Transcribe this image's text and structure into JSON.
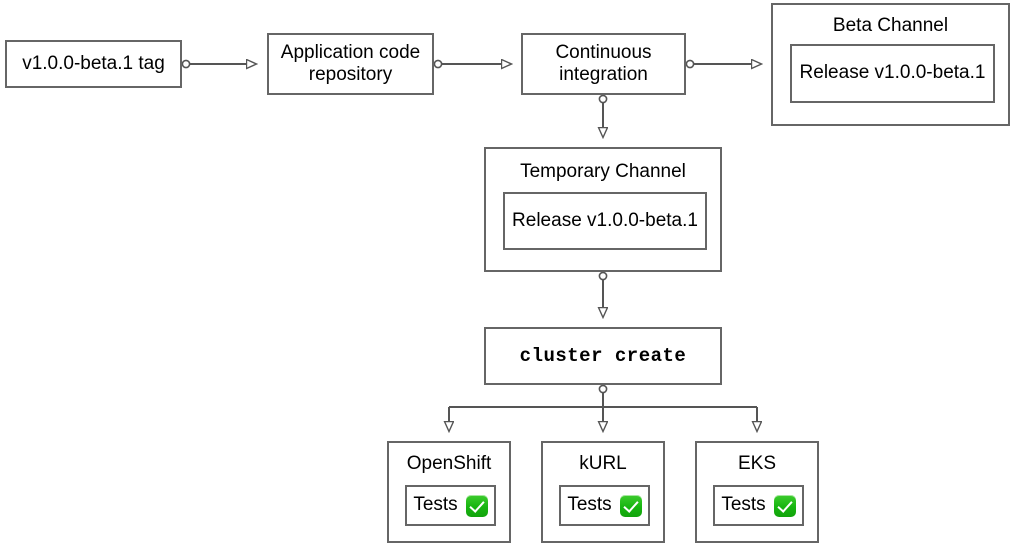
{
  "diagram": {
    "type": "flowchart",
    "background_color": "#ffffff",
    "stroke_color": "#666666",
    "text_color": "#000000",
    "accent_color": "#17b510",
    "nodes": [
      {
        "id": "tag",
        "label": "v1.0.0-beta.1 tag"
      },
      {
        "id": "repo",
        "label": "Application code repository"
      },
      {
        "id": "ci",
        "label": "Continuous integration"
      },
      {
        "id": "beta",
        "label": "Beta Channel",
        "inner_label": "Release v1.0.0-beta.1"
      },
      {
        "id": "temp",
        "label": "Temporary Channel",
        "inner_label": "Release v1.0.0-beta.1"
      },
      {
        "id": "cluster",
        "label": "cluster create"
      },
      {
        "id": "openshift",
        "label": "OpenShift",
        "inner_label": "Tests",
        "status_icon": "green-check-icon"
      },
      {
        "id": "kurl",
        "label": "kURL",
        "inner_label": "Tests",
        "status_icon": "green-check-icon"
      },
      {
        "id": "eks",
        "label": "EKS",
        "inner_label": "Tests",
        "status_icon": "green-check-icon"
      }
    ],
    "edges": [
      {
        "from": "tag",
        "to": "repo"
      },
      {
        "from": "repo",
        "to": "ci"
      },
      {
        "from": "ci",
        "to": "beta"
      },
      {
        "from": "ci",
        "to": "temp"
      },
      {
        "from": "temp",
        "to": "cluster"
      },
      {
        "from": "cluster",
        "to": "openshift"
      },
      {
        "from": "cluster",
        "to": "kurl"
      },
      {
        "from": "cluster",
        "to": "eks"
      }
    ]
  }
}
